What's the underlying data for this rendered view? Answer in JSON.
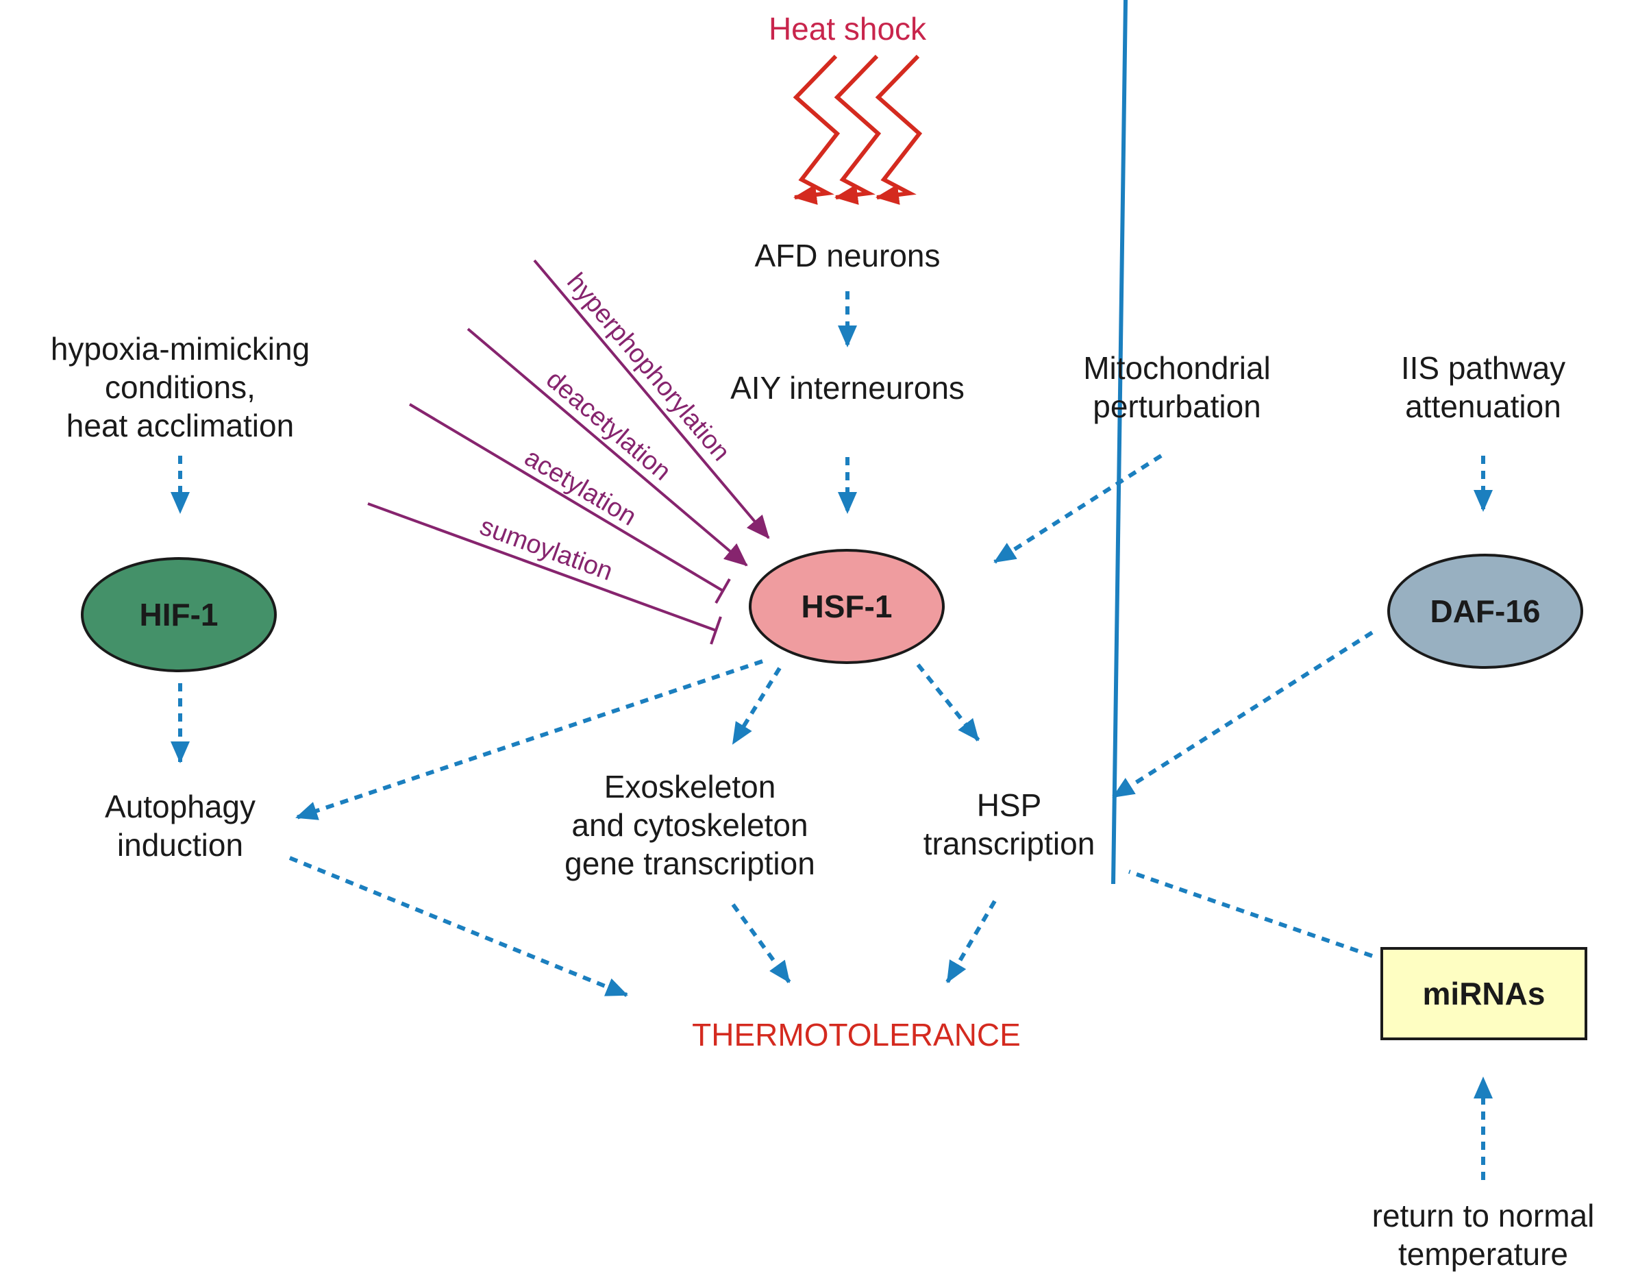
{
  "labels": {
    "heat_shock": "Heat shock",
    "afd": "AFD neurons",
    "aiy": "AIY interneurons",
    "hypoxia": "hypoxia-mimicking\nconditions,\nheat acclimation",
    "mito": "Mitochondrial\nperturbation",
    "iis": "IIS pathway\nattenuation",
    "autophagy": "Autophagy\ninduction",
    "exo": "Exoskeleton\nand cytoskeleton\ngene transcription",
    "hsp": "HSP\ntranscription",
    "thermo": "THERMOTOLERANCE",
    "return": "return to normal\ntemperature"
  },
  "modifications": {
    "hyper": "hyperphophorylation",
    "deacetyl": "deacetylation",
    "acetyl": "acetylation",
    "sumo": "sumoylation"
  },
  "nodes": {
    "hif1": "HIF-1",
    "hsf1": "HSF-1",
    "daf16": "DAF-16",
    "mirnas": "miRNAs"
  },
  "colors": {
    "heat": "#c8254c",
    "bolt": "#d42a1f",
    "thermo": "#d42a1f",
    "arrow": "#1b7fbf",
    "modification": "#86246e",
    "hif1_fill": "#449169",
    "hsf1_fill": "#ef9c9f",
    "daf16_fill": "#98b0c1",
    "mirnas_fill": "#fefec2"
  }
}
